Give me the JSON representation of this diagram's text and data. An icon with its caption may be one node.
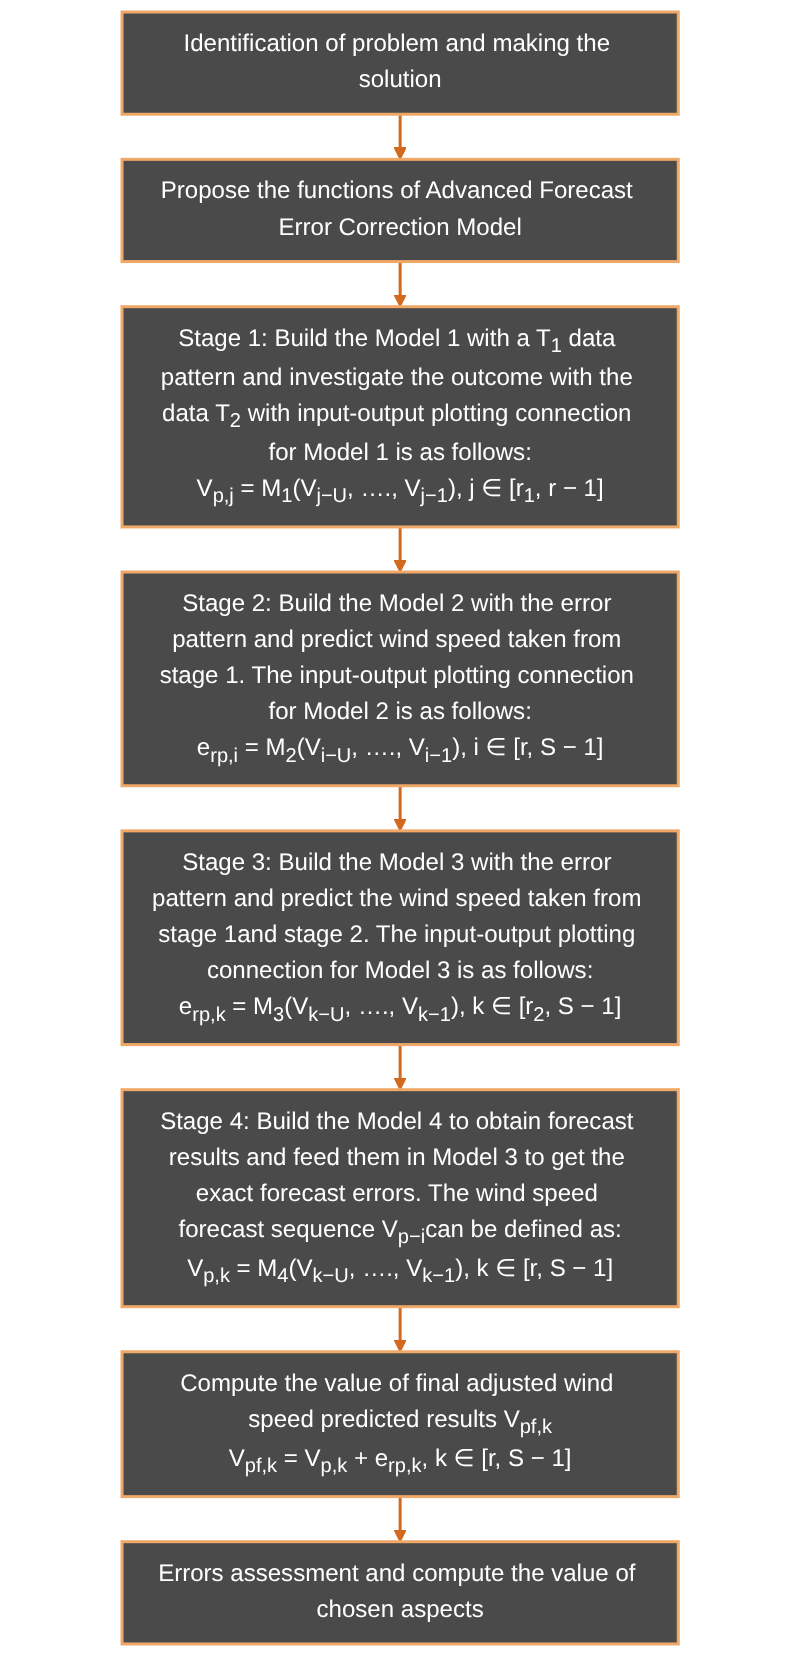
{
  "diagram": {
    "nodes": [
      {
        "text": [
          "Identification of problem and making the solution"
        ]
      },
      {
        "text": [
          "Propose the functions of Advanced Forecast Error Correction Model"
        ]
      },
      {
        "text": [
          "Stage 1: Build the Model 1 with a T$_{1}$ data pattern and investigate the outcome with the data T$_{2}$ with input-output plotting connection for Model 1 is as follows:",
          "V$_{p,j}$ = M$_{1}$(V$_{j−U}$, …., V$_{j−1}$), j ∈ [r$_{1}$, r − 1]"
        ]
      },
      {
        "text": [
          "Stage 2: Build the Model 2 with the error pattern and predict wind speed taken from stage 1. The input-output plotting connection for Model 2 is as follows:",
          "e$_{rp,i}$ = M$_{2}$(V$_{i−U}$, …., V$_{i−1}$), i ∈ [r, S − 1]"
        ]
      },
      {
        "text": [
          "Stage 3: Build the Model 3 with the error pattern and predict the wind speed taken from stage 1and stage 2. The input-output plotting connection for Model 3 is as follows:",
          "e$_{rp,k}$ = M$_{3}$(V$_{k−U}$, …., V$_{k−1}$), k ∈ [r$_{2}$, S − 1]"
        ]
      },
      {
        "text": [
          "Stage 4: Build the Model 4 to obtain forecast results and feed them in Model 3 to get the exact forecast errors. The wind speed forecast sequence V$_{p−i}$can be defined as:",
          "V$_{p,k}$ = M$_{4}$(V$_{k−U}$, …., V$_{k−1}$), k ∈ [r, S − 1]"
        ]
      },
      {
        "text": [
          "Compute the value of final adjusted wind speed predicted results V$_{pf,k}$",
          "V$_{pf,k}$ = V$_{p,k}$ + e$_{rp,k}$, k ∈ [r, S − 1]"
        ]
      },
      {
        "text": [
          "Errors assessment and compute the value of chosen aspects"
        ]
      }
    ],
    "edges": [
      {
        "from": 0,
        "to": 1,
        "arrow": "to"
      },
      {
        "from": 1,
        "to": 2,
        "arrow": "to"
      },
      {
        "from": 2,
        "to": 3,
        "arrow": "to"
      },
      {
        "from": 3,
        "to": 4,
        "arrow": "to"
      },
      {
        "from": 4,
        "to": 5,
        "arrow": "to"
      },
      {
        "from": 5,
        "to": 6,
        "arrow": "to"
      },
      {
        "from": 6,
        "to": 7,
        "arrow": "to"
      }
    ]
  }
}
